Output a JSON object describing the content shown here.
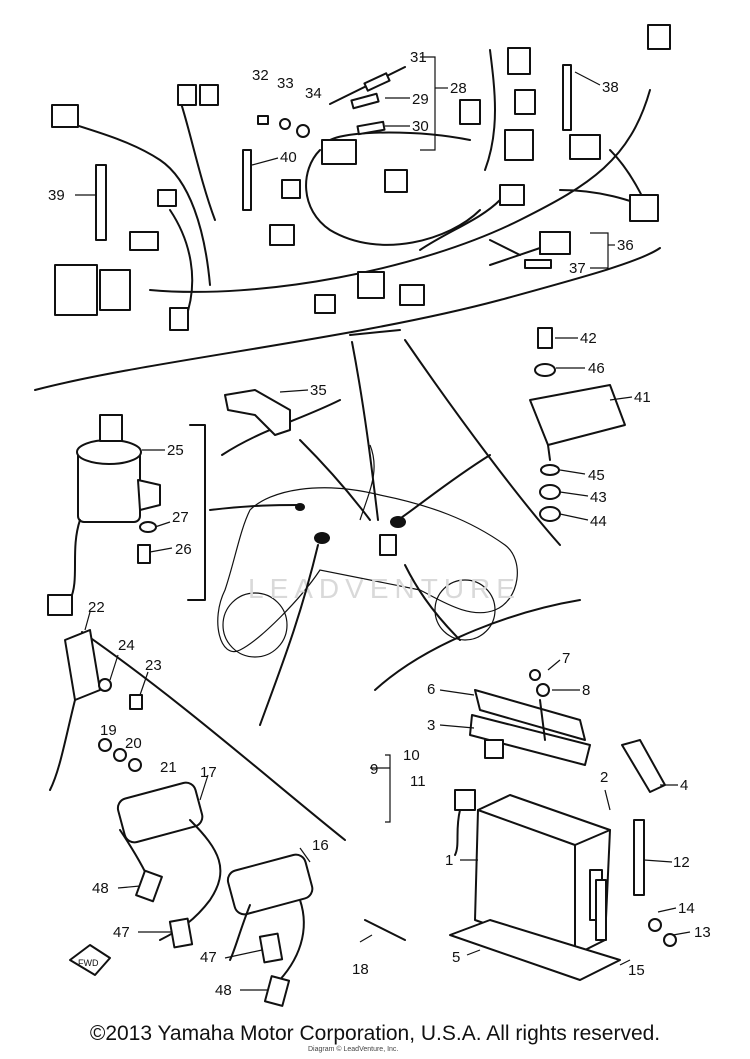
{
  "copyright": "©2013 Yamaha Motor Corporation, U.S.A. All rights reserved.",
  "copyright_sub": "Diagram © LeadVenture, Inc.",
  "watermark": "LEADVENTURE",
  "fwd_label": "FWD",
  "callouts": [
    "1",
    "2",
    "3",
    "4",
    "5",
    "6",
    "7",
    "8",
    "9",
    "10",
    "11",
    "12",
    "13",
    "14",
    "15",
    "16",
    "17",
    "18",
    "19",
    "20",
    "21",
    "22",
    "23",
    "24",
    "25",
    "26",
    "27",
    "28",
    "29",
    "30",
    "31",
    "32",
    "33",
    "34",
    "35",
    "36",
    "37",
    "38",
    "39",
    "40",
    "41",
    "42",
    "43",
    "44",
    "45",
    "46",
    "47",
    "47",
    "48",
    "48"
  ]
}
